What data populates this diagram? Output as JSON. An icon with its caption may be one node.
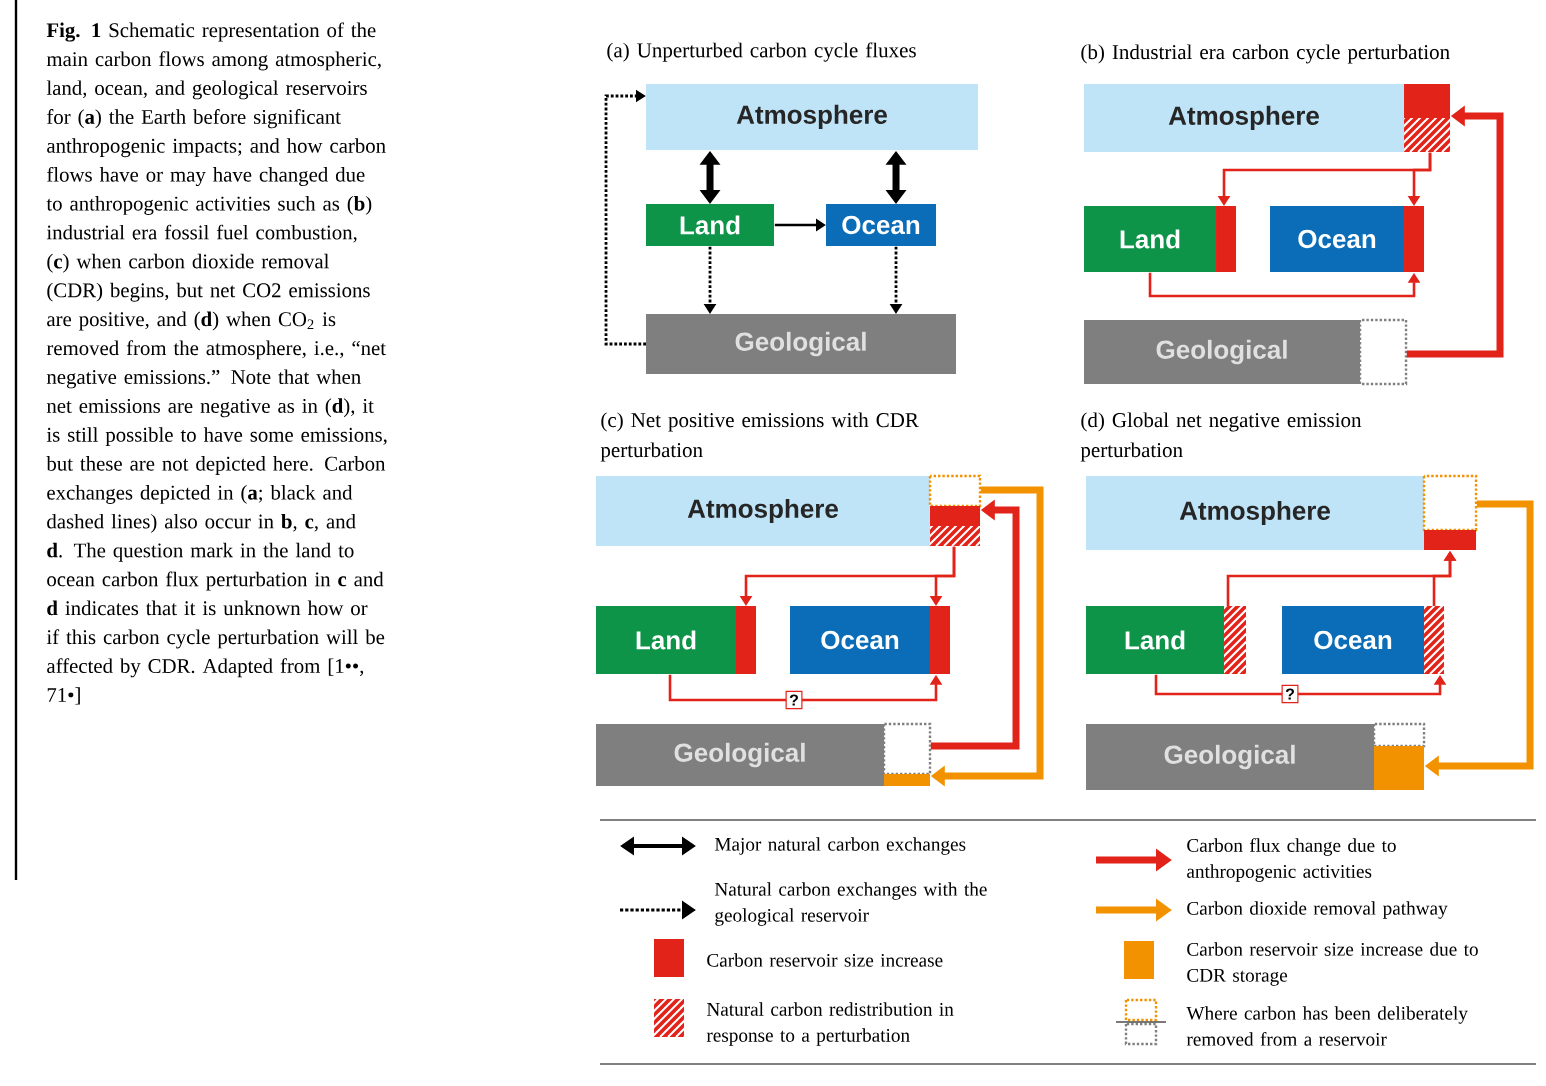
{
  "diagram": {
    "caption": "**Fig. 1** Schematic representation of the main carbon flows among atmospheric, land, ocean, and geological reservoirs for (**a**) the Earth before significant anthropogenic impacts; and how carbon flows have or may have changed due to anthropogenic activities such as (**b**) industrial era fossil fuel combustion, (**c**) when carbon dioxide removal (CDR) begins, but net CO2 emissions are positive, and (**d**) when CO$_{2}$ is removed from the atmosphere, i.e., “net negative emissions.” Note that when net emissions are negative as in (**d**), it is still possible to have some emissions, but these are not depicted here. Carbon exchanges depicted in (**a**; black and dashed lines) also occur in **b**, **c**, and **d**. The question mark in the land to ocean carbon flux perturbation in **c** and **d** indicates that it is unknown how or if this carbon cycle perturbation will be affected by CDR. Adapted from [1••, 71•]",
    "nodes": [
      {
        "text": [
          "Atmosphere"
        ]
      },
      {
        "text": [
          "Land"
        ]
      },
      {
        "text": [
          "Ocean"
        ]
      },
      {
        "text": [
          "Geological"
        ]
      },
      {
        "text": [
          "Atmosphere"
        ]
      },
      {
        "text": [
          "Land"
        ]
      },
      {
        "text": [
          "Ocean"
        ]
      },
      {
        "text": [
          "Geological"
        ]
      },
      {
        "text": [
          "Atmosphere"
        ]
      },
      {
        "text": [
          "Land"
        ]
      },
      {
        "text": [
          "Ocean"
        ]
      },
      {
        "text": [
          "Geological"
        ]
      },
      {
        "text": [
          "Atmosphere"
        ]
      },
      {
        "text": [
          "Land"
        ]
      },
      {
        "text": [
          "Ocean"
        ]
      },
      {
        "text": [
          "Geological"
        ]
      }
    ],
    "edges": [
      {
        "from": 0,
        "to": 1,
        "arrow": "both",
        "style": "thick",
        "color": "#000000"
      },
      {
        "from": 0,
        "to": 2,
        "arrow": "both",
        "style": "thick",
        "color": "#000000"
      },
      {
        "from": 1,
        "to": 2,
        "arrow": "to",
        "color": "#000000"
      },
      {
        "from": 1,
        "to": 3,
        "arrow": "to",
        "style": "dashed",
        "color": "#000000"
      },
      {
        "from": 2,
        "to": 3,
        "arrow": "to",
        "style": "dashed",
        "color": "#000000"
      },
      {
        "from": 3,
        "to": 0,
        "arrow": "to",
        "style": "dashed",
        "color": "#000000"
      },
      {
        "from": 4,
        "to": 5,
        "arrow": "to"
      },
      {
        "from": 4,
        "to": 6,
        "arrow": "to"
      },
      {
        "from": 5,
        "to": 6,
        "arrow": "to"
      },
      {
        "from": 7,
        "to": 4,
        "arrow": "to",
        "style": "thick"
      },
      {
        "from": 8,
        "to": 9,
        "arrow": "to"
      },
      {
        "from": 8,
        "to": 10,
        "arrow": "to"
      },
      {
        "from": 9,
        "to": 10,
        "arrow": "to",
        "label": "?"
      },
      {
        "from": 11,
        "to": 8,
        "arrow": "to",
        "style": "thick"
      },
      {
        "from": 8,
        "to": 11,
        "arrow": "to",
        "style": "thick",
        "color": "#f39200"
      },
      {
        "from": 13,
        "to": 12,
        "arrow": "to"
      },
      {
        "from": 14,
        "to": 12,
        "arrow": "to"
      },
      {
        "from": 13,
        "to": 14,
        "arrow": "to",
        "label": "?"
      },
      {
        "from": 12,
        "to": 15,
        "arrow": "to",
        "style": "thick",
        "color": "#f39200"
      }
    ],
    "labels": [
      "(a) Unperturbed carbon cycle fluxes",
      "(b) Industrial era carbon cycle perturbation",
      "(c) Net positive emissions with CDR perturbation",
      "(d) Global net negative emission perturbation"
    ],
    "legend": [
      {
        "text": "Major natural carbon exchanges"
      },
      {
        "text": "Carbon flux change due to anthropogenic activities"
      },
      {
        "text": "Natural carbon exchanges with the geological reservoir"
      },
      {
        "text": "Carbon dioxide removal pathway"
      },
      {
        "text": "Carbon reservoir size increase",
        "color": "#e2231a"
      },
      {
        "text": "Carbon reservoir size increase due to CDR storage",
        "color": "#f39200"
      },
      {
        "text": "Natural carbon redistribution in response to a perturbation"
      },
      {
        "text": "Where carbon has been deliberately removed from a reservoir"
      }
    ]
  }
}
